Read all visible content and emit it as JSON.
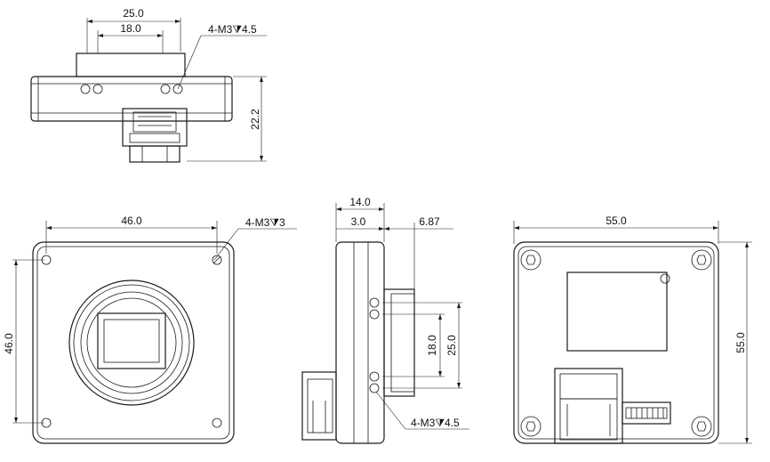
{
  "top_view": {
    "dim_outer_width": "25.0",
    "dim_inner_width": "18.0",
    "hole_callout": "4-M3⧩4.5",
    "dim_height": "22.2"
  },
  "front_view": {
    "dim_width": "46.0",
    "dim_height": "46.0",
    "hole_callout": "4-M3⧩3"
  },
  "side_view": {
    "dim_depth": "14.0",
    "dim_flange": "3.0",
    "dim_protrusion": "6.87",
    "dim_hole_spacing_inner": "18.0",
    "dim_hole_spacing_outer": "25.0",
    "hole_callout": "4-M3⧩4.5"
  },
  "back_view": {
    "dim_width": "55.0",
    "dim_height": "55.0"
  }
}
